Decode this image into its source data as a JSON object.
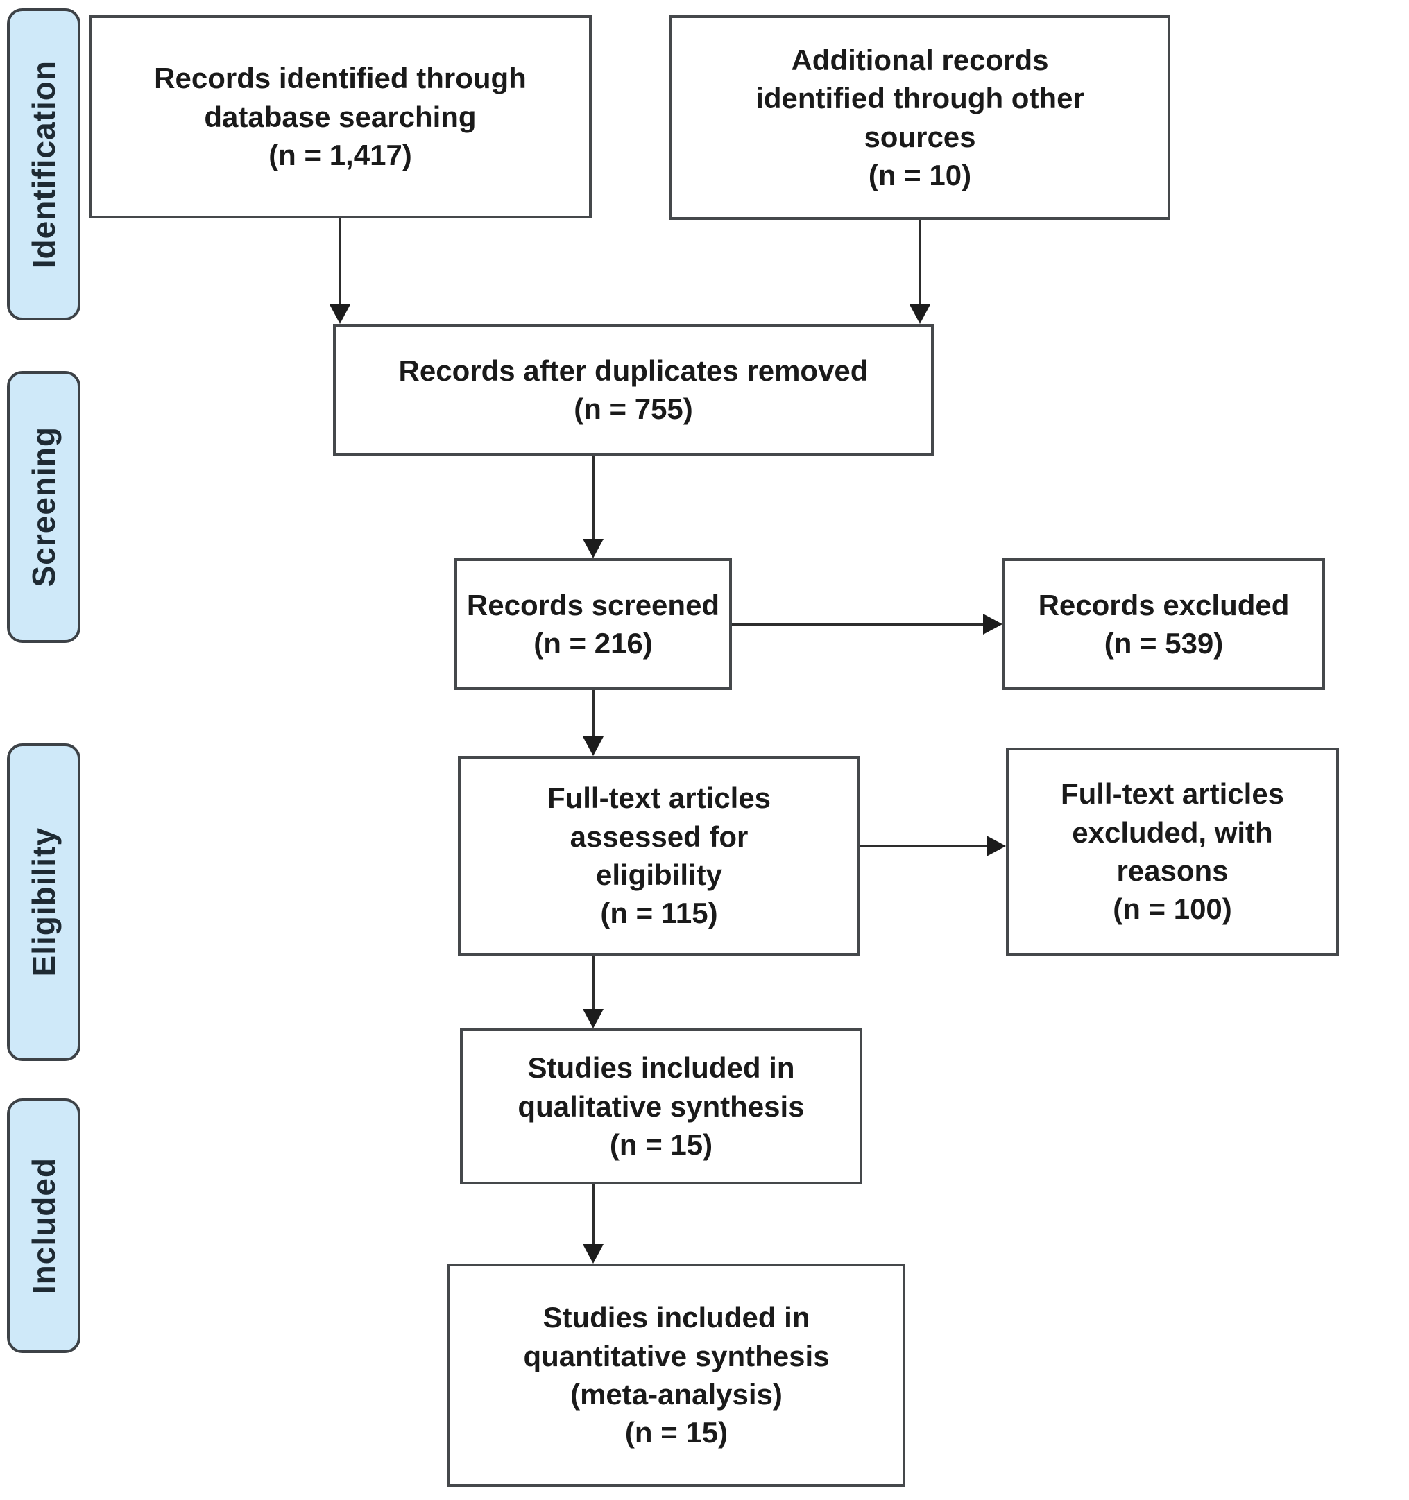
{
  "diagram": {
    "type": "prisma-flow-diagram",
    "stages": [
      {
        "id": "identification",
        "label": "Identification"
      },
      {
        "id": "screening",
        "label": "Screening"
      },
      {
        "id": "eligibility",
        "label": "Eligibility"
      },
      {
        "id": "included",
        "label": "Included"
      }
    ],
    "boxes": [
      {
        "id": "records-identified",
        "n": "1,417",
        "text": "Records identified through\ndatabase searching\n(n = 1,417)"
      },
      {
        "id": "additional-records",
        "n": "10",
        "text": "Additional records\nidentified through other\nsources\n(n =  10)"
      },
      {
        "id": "duplicates-removed",
        "n": "755",
        "text": "Records after duplicates removed\n(n =  755)"
      },
      {
        "id": "records-screened",
        "n": "216",
        "text": "Records screened\n(n =   216)"
      },
      {
        "id": "records-excluded",
        "n": "539",
        "text": "Records excluded\n(n =   539)"
      },
      {
        "id": "fulltext-assessed",
        "n": "115",
        "text": "Full-text articles\nassessed for\neligibility\n(n =   115)"
      },
      {
        "id": "fulltext-excluded",
        "n": "100",
        "text": "Full-text articles\nexcluded, with\nreasons\n(n =   100)"
      },
      {
        "id": "qualitative-included",
        "n": "15",
        "text": "Studies included in\nqualitative synthesis\n(n =  15)"
      },
      {
        "id": "quantitative-included",
        "n": "15",
        "text": "Studies included in\nquantitative synthesis\n(meta-analysis)\n(n = 15)"
      }
    ],
    "colors": {
      "stage_fill": "#cfe9f9",
      "stage_border": "#3d4247",
      "box_border": "#45484b",
      "text": "#1a1a1a",
      "arrow": "#1c1c1c",
      "background": "#ffffff"
    }
  }
}
